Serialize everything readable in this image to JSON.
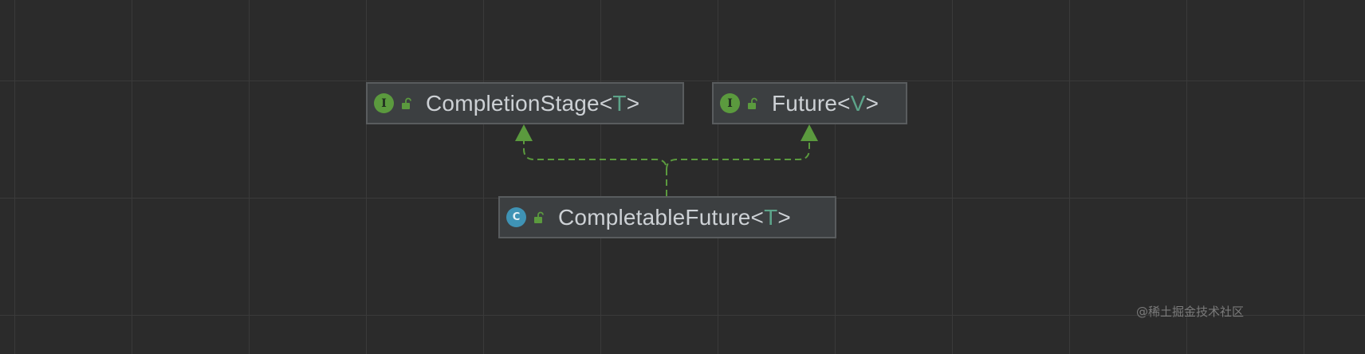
{
  "diagram": {
    "nodes": [
      {
        "id": "completion-stage",
        "kind": "interface",
        "kind_letter": "I",
        "name": "CompletionStage",
        "open": "<",
        "type_param": "T",
        "close": ">"
      },
      {
        "id": "future",
        "kind": "interface",
        "kind_letter": "I",
        "name": "Future",
        "open": "<",
        "type_param": "V",
        "close": ">"
      },
      {
        "id": "completable-future",
        "kind": "class",
        "kind_letter": "C",
        "name": "CompletableFuture",
        "open": "<",
        "type_param": "T",
        "close": ">"
      }
    ],
    "edges": [
      {
        "from": "completable-future",
        "to": "completion-stage",
        "relation": "implements",
        "style": "dashed"
      },
      {
        "from": "completable-future",
        "to": "future",
        "relation": "implements",
        "style": "dashed"
      }
    ],
    "colors": {
      "background": "#2b2b2b",
      "grid": "#3a3a3a",
      "node_fill": "#3c3f41",
      "node_border": "#595c5e",
      "text": "#cdd1d5",
      "type_param": "#5da48a",
      "interface_icon": "#5b9a3e",
      "class_icon": "#3f93b5",
      "edge": "#5b9a3e"
    },
    "icons": {
      "visibility": "unlocked-padlock-icon"
    }
  },
  "watermark": "@稀土掘金技术社区"
}
